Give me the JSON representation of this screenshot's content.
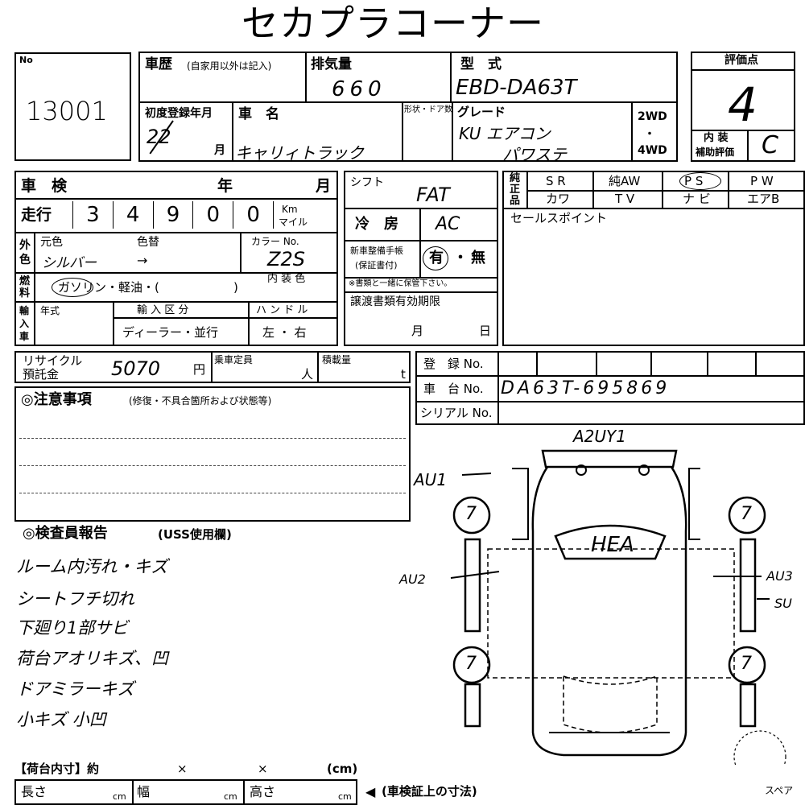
{
  "header_title": "セカプラコーナー",
  "lot": {
    "no_label": "No",
    "number": "13001"
  },
  "rating": {
    "label": "評価点",
    "value": "4",
    "interior_label_1": "内 装",
    "interior_label_2": "補助評価",
    "interior_value": "C"
  },
  "history": {
    "label": "車歴",
    "note": "(自家用以外は記入)"
  },
  "displacement": {
    "label": "排気量",
    "value": "660"
  },
  "model": {
    "label": "型　式",
    "value": "EBD-DA63T"
  },
  "first_reg": {
    "label": "初度登録年月",
    "year": "22",
    "month_unit": "月"
  },
  "car_name": {
    "label": "車　名",
    "value": "キャリィトラック"
  },
  "shape_door_label": "形状・ドア数",
  "grade": {
    "label": "グレード",
    "line1": "KU エアコン",
    "line2": "パワステ"
  },
  "drive": {
    "two": "2WD",
    "dot": "・",
    "four": "4WD"
  },
  "inspection": {
    "label": "車　検",
    "year_unit": "年",
    "month_unit": "月"
  },
  "mileage": {
    "label": "走行",
    "digits": [
      "3",
      "4",
      "9",
      "0",
      "0"
    ],
    "unit1": "Km",
    "unit2": "マイル"
  },
  "shift": {
    "label": "シフト",
    "value": "FAT"
  },
  "ac": {
    "label": "冷　房",
    "value": "AC"
  },
  "options": {
    "genuine_label": "純正品",
    "row1": [
      "S R",
      "純AW",
      "P S",
      "P W"
    ],
    "row2": [
      "カワ",
      "T V",
      "ナ ビ",
      "エアB"
    ]
  },
  "sales_point_label": "セールスポイント",
  "exterior": {
    "side_label": "外色",
    "orig_label": "元色",
    "repaint_label": "色替",
    "orig_value": "シルバー",
    "arrow": "→",
    "color_no_label": "カラー No.",
    "color_no_value": "Z2S"
  },
  "manual": {
    "label_1": "新車整備手帳",
    "label_2": "(保証書付)",
    "yes": "有",
    "sep": "・",
    "no": "無",
    "note": "※書類と一緒に保管下さい。"
  },
  "fuel": {
    "side_label": "燃料",
    "text": "ガソリン・軽油・(",
    "close": ")"
  },
  "interior_color_label": "内 装 色",
  "import": {
    "side_label": "輸入車",
    "year_label": "年式",
    "class_label": "輸 入 区 分",
    "class_value": "ディーラー・並行",
    "handle_label": "ハ ン ド ル",
    "handle_value": "左 ・ 右"
  },
  "transfer": {
    "label": "譲渡書類有効期限",
    "month_unit": "月",
    "day_unit": "日"
  },
  "recycle": {
    "label_1": "リサイクル",
    "label_2": "預託金",
    "value": "5070",
    "unit": "円"
  },
  "capacity": {
    "label": "乗車定員",
    "unit": "人"
  },
  "load": {
    "label": "積載量",
    "unit": "t"
  },
  "registration": {
    "label": "登　録 No.",
    "chassis_label": "車　台 No.",
    "chassis_value": "DA63T-695869",
    "serial_label": "シリアル No."
  },
  "notes": {
    "title": "◎注意事項",
    "subtitle": "(修復・不具合箇所および状態等)"
  },
  "inspector": {
    "title": "◎検査員報告",
    "subtitle": "(USS使用欄)",
    "lines": [
      "ルーム内汚れ・キズ",
      "シートフチ切れ",
      "下廻り1部サビ",
      "荷台アオリキズ、凹",
      "ドアミラーキズ",
      "小キズ 小凹"
    ]
  },
  "diagram": {
    "marks": [
      "A2UY1",
      "AU1",
      "AU2",
      "AU3",
      "SU",
      "HEA"
    ],
    "tire_value": "7"
  },
  "bed": {
    "label": "【荷台内寸】約",
    "x": "×",
    "unit": "(cm)"
  },
  "dims": {
    "length": "長さ",
    "width": "幅",
    "height": "高さ",
    "unit": "cm",
    "note": "(車検証上の寸法)",
    "spare": "スペア"
  }
}
